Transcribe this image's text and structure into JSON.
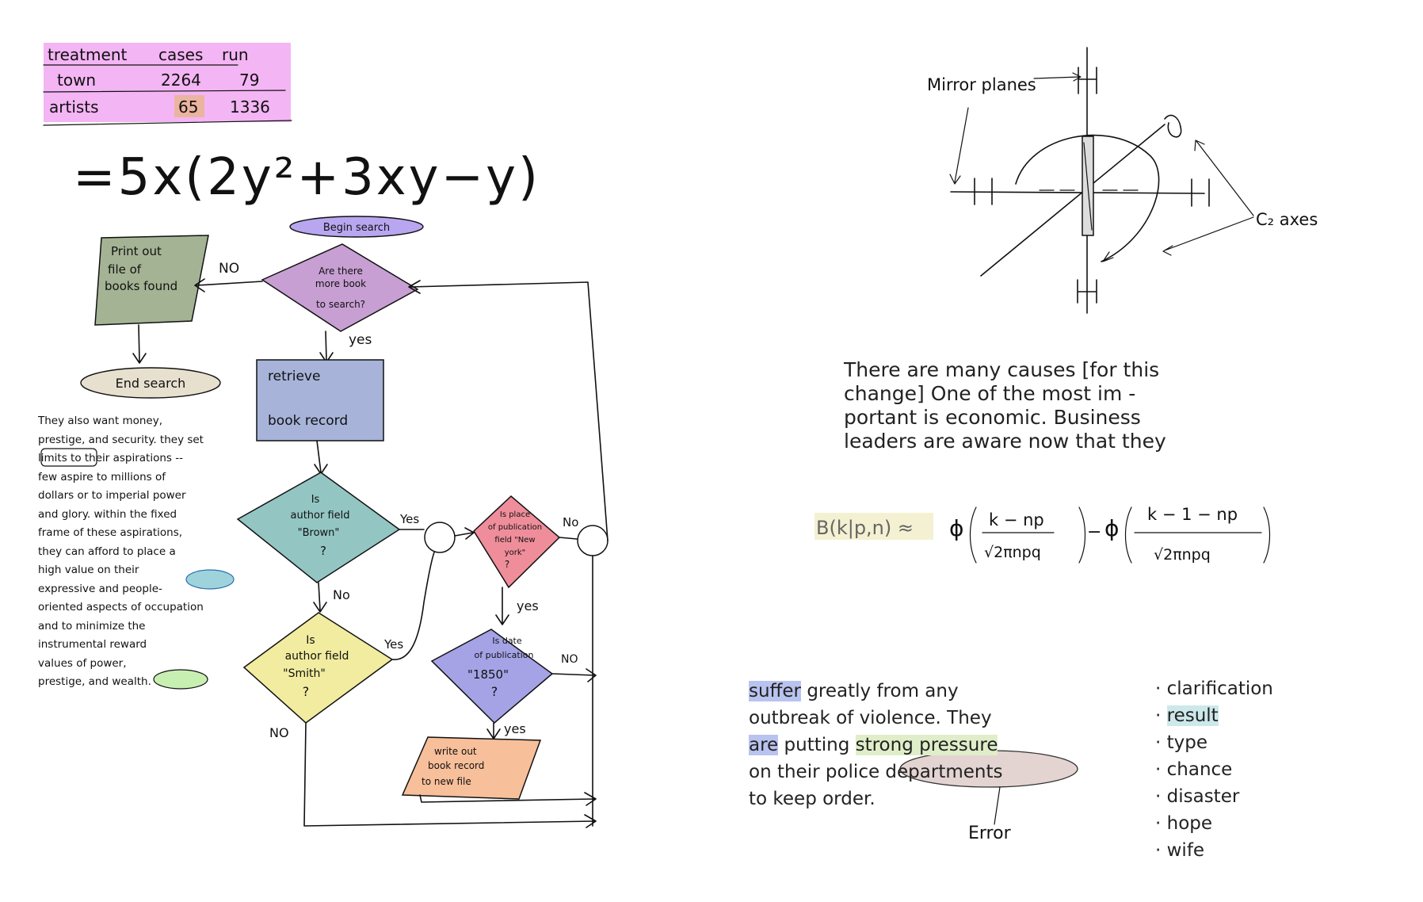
{
  "table": {
    "headers": [
      "treatment",
      "cases",
      "run"
    ],
    "rows": [
      [
        "town",
        "2264",
        "79"
      ],
      [
        "artists",
        "65",
        "1336"
      ]
    ],
    "highlight_color": "#f2a8f2"
  },
  "big_equation": "=5x(2y²+3xy−y)",
  "flowchart": {
    "begin": "Begin search",
    "decision_more": "Are there more book to search?",
    "print_out": "Print out file of books found",
    "end": "End search",
    "retrieve": "retrieve book record",
    "decision_brown": "Is author field \"Brown\"?",
    "decision_smith": "Is author field \"Smith\"?",
    "decision_newyork": "Is place of publication field \"New york\"?",
    "decision_1850": "Is date of publication \"1850\"?",
    "write_out": "write out book record to new file",
    "labels": {
      "no": "NO",
      "yes": "Yes",
      "no_lower": "No",
      "yes_lower": "yes"
    },
    "colors": {
      "begin": "#b9a6f0",
      "decision_more": "#c79fd3",
      "print_out": "#a4b394",
      "end": "#e8e0cf",
      "retrieve": "#a7b3d9",
      "decision_brown": "#93c6c2",
      "decision_smith": "#f1ec9f",
      "decision_newyork": "#ef8e9a",
      "decision_1850": "#a5a3e6",
      "write_out": "#f7bf9a"
    }
  },
  "left_paragraph": [
    "They also want money,",
    "prestige, and security. they set",
    "limits to their aspirations --",
    "few aspire to millions of",
    "dollars or to imperial power",
    "and glory. within the fixed",
    "frame of these aspirations,",
    "they can afford to place a",
    "high value on their",
    "expressive and people-",
    "oriented aspects of occupation",
    "and to minimize the",
    "instrumental reward",
    "values of power,",
    "prestige, and wealth."
  ],
  "symmetry": {
    "mirror_label": "Mirror planes",
    "axes_label": "C₂ axes"
  },
  "paragraph_right": [
    "There are many causes [for this",
    "change] One of the most im -",
    "portant is economic. Business",
    "leaders are aware now that they"
  ],
  "binomial_formula": {
    "lhs": "B(k|p,n) ≈",
    "phi": "ϕ",
    "num1": "k − np",
    "num2": "k − 1 − np",
    "den": "√2πnpq",
    "minus": "−"
  },
  "paragraph_bottom": {
    "line1_hl": "suffer",
    "line1_rest": " greatly from any",
    "line2": "outbreak of violence. They",
    "line3_hl": "are",
    "line3_mid": " putting ",
    "line3_green": "strong pressure",
    "line4": "on their police departments",
    "line5": "to keep order.",
    "ellipse_note": "Error"
  },
  "word_list": [
    "clarification",
    "result",
    "type",
    "chance",
    "disaster",
    "hope",
    "wife"
  ]
}
